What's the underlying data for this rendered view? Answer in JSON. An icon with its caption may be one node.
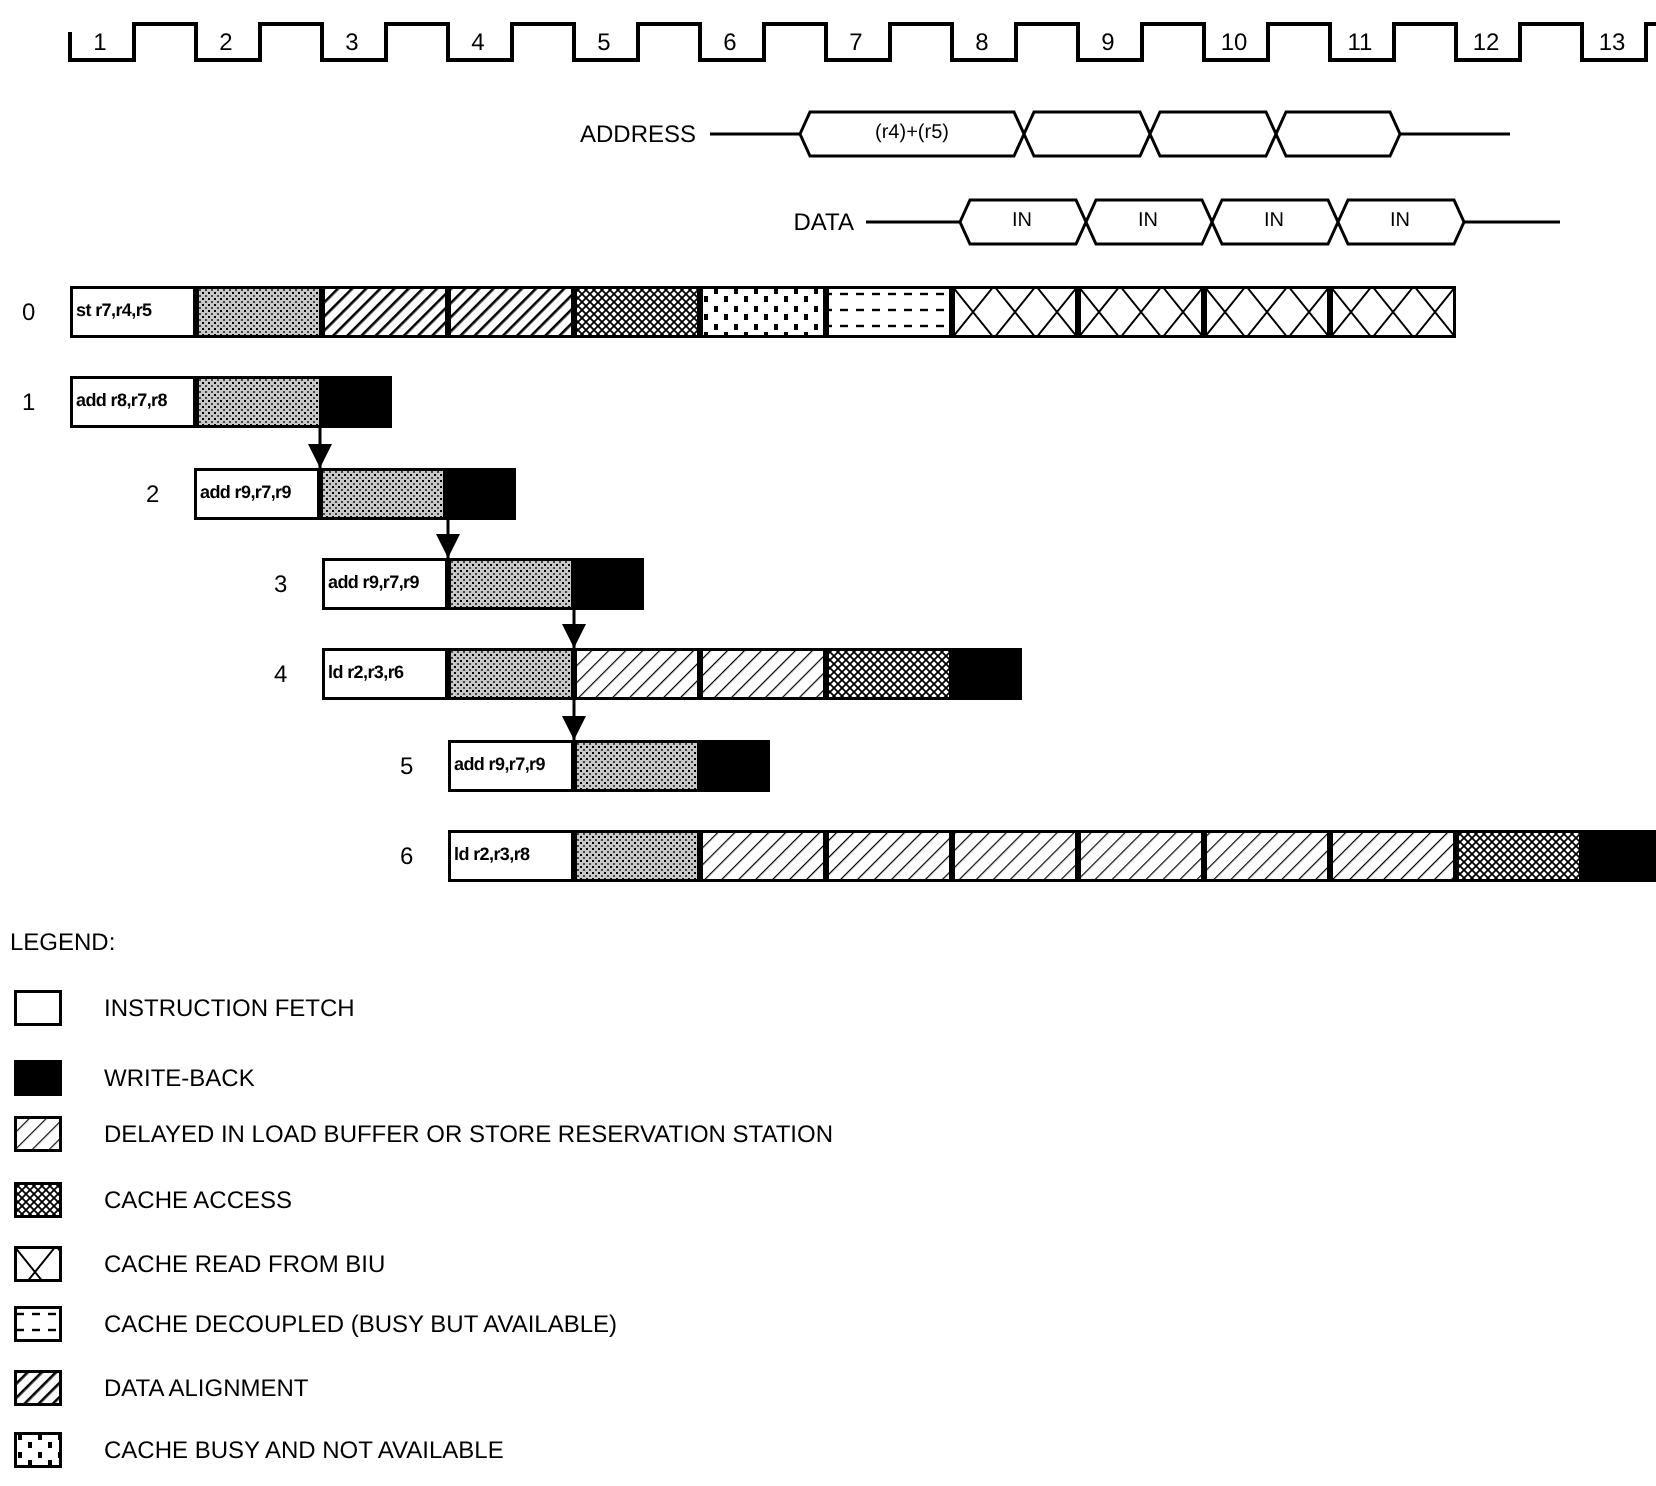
{
  "diagram": {
    "nodes": [
      {
        "text": [
          "st r7,r4,r5"
        ],
        "beside": [
          "0"
        ]
      },
      {
        "text": [
          "add r8,r7,r8"
        ],
        "beside": [
          "1"
        ]
      },
      {
        "text": [
          "add r9,r7,r9"
        ],
        "beside": [
          "2"
        ]
      },
      {
        "text": [
          "add r9,r7,r9"
        ],
        "beside": [
          "3"
        ]
      },
      {
        "text": [
          "ld r2,r3,r6"
        ],
        "beside": [
          "4"
        ]
      },
      {
        "text": [
          "add r9,r7,r9"
        ],
        "beside": [
          "5"
        ]
      },
      {
        "text": [
          "ld r2,r3,r8"
        ],
        "beside": [
          "6"
        ]
      }
    ],
    "edges": [
      {
        "from": 1,
        "to": 2,
        "arrow": "to"
      },
      {
        "from": 2,
        "to": 3,
        "arrow": "to"
      },
      {
        "from": 3,
        "to": 4,
        "arrow": "to"
      },
      {
        "from": 4,
        "to": 5,
        "arrow": "to"
      }
    ],
    "labels": [
      "1",
      "2",
      "3",
      "4",
      "5",
      "6",
      "7",
      "8",
      "9",
      "10",
      "11",
      "12",
      "13",
      "ADDRESS",
      "(r4)+(r5)",
      "DATA",
      "IN",
      "IN",
      "IN",
      "IN",
      "LEGEND:"
    ],
    "legend": [
      {
        "text": "INSTRUCTION FETCH"
      },
      {
        "text": "WRITE-BACK"
      },
      {
        "text": "DELAYED IN LOAD BUFFER OR STORE RESERVATION STATION"
      },
      {
        "text": "CACHE ACCESS"
      },
      {
        "text": "CACHE READ FROM BIU"
      },
      {
        "text": "CACHE DECOUPLED (BUSY BUT AVAILABLE)"
      },
      {
        "text": "DATA ALIGNMENT"
      },
      {
        "text": "CACHE BUSY AND NOT AVAILABLE"
      }
    ]
  }
}
